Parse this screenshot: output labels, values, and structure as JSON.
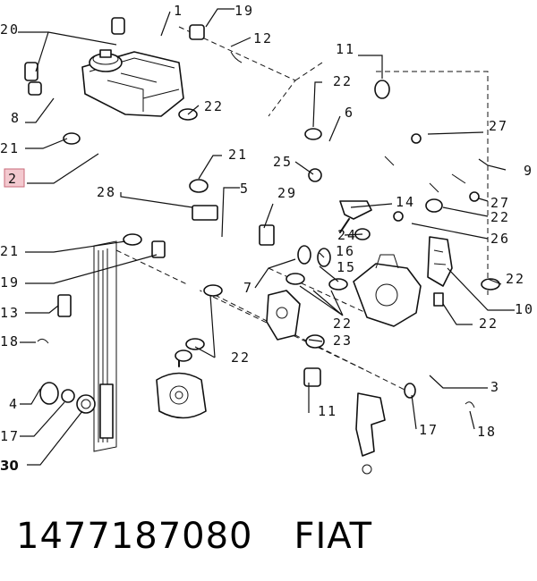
{
  "callouts": {
    "c1": "1",
    "c19a": "19",
    "c20": "20",
    "c12": "12",
    "c11a": "11",
    "c8": "8",
    "c22a": "22",
    "c22b": "22",
    "c6": "6",
    "c27a": "27",
    "c21a": "21",
    "c21b": "21",
    "c2": "2",
    "c25": "25",
    "c9": "9",
    "c28": "28",
    "c5": "5",
    "c29": "29",
    "c14": "14",
    "c27b": "27",
    "c22c": "22",
    "c24": "24",
    "c26": "26",
    "c16": "16",
    "c21c": "21",
    "c15": "15",
    "c19b": "19",
    "c7": "7",
    "c22d": "22",
    "c13": "13",
    "c10": "10",
    "c22e": "22",
    "c22f": "22",
    "c18a": "18",
    "c23": "23",
    "c22g": "22",
    "c4": "4",
    "c3": "3",
    "c11b": "11",
    "c17a": "17",
    "c17b": "17",
    "c18b": "18",
    "c30": "30"
  },
  "footer": {
    "part_number": "1477187080",
    "brand": "FIAT"
  },
  "colors": {
    "highlight": "#f3c9cf",
    "ink": "#111111"
  }
}
